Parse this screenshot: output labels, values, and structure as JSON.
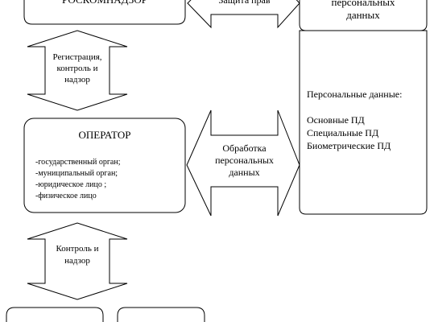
{
  "top_box": {
    "label": "РОСКОМНАДЗОР"
  },
  "top_arrow": {
    "label": "Защита прав"
  },
  "subject_box": {
    "line1": "персональных",
    "line2": "данных"
  },
  "left_arrow_1": {
    "line1": "Регистрация,",
    "line2": "контроль и",
    "line3": "надзор"
  },
  "operator": {
    "title": "ОПЕРАТОР",
    "items": [
      "-государственный орган;",
      "-муниципальный орган;",
      "-юридическое лицо ;",
      "-физическое лицо"
    ]
  },
  "middle_arrow": {
    "line1": "Обработка",
    "line2": "персональных",
    "line3": "данных"
  },
  "personal_data": {
    "title": "Персональные данные:",
    "items": [
      "Основные ПД",
      "Специальные ПД",
      "Биометрические ПД"
    ]
  },
  "left_arrow_2": {
    "line1": "Контроль и",
    "line2": "надзор"
  }
}
